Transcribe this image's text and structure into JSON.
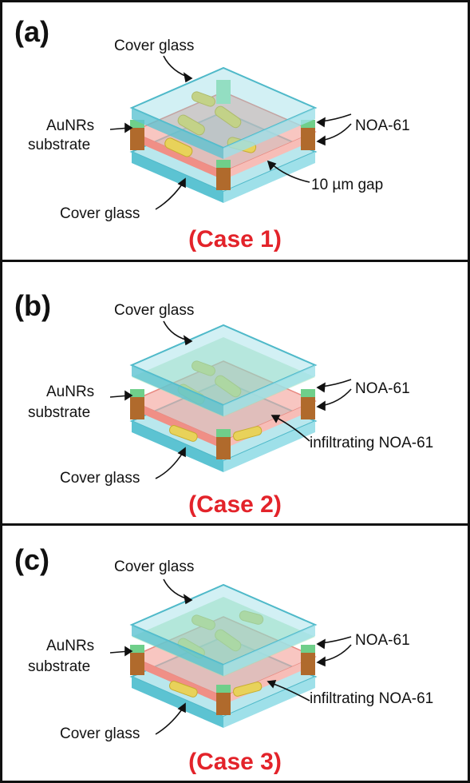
{
  "panels": [
    {
      "letter": "(a)",
      "case_label": "(Case 1)",
      "labels": {
        "cover_glass_top": "Cover glass",
        "substrate_line1": "AuNRs",
        "substrate_line2": "substrate",
        "noa": "NOA-61",
        "gap_or_fill": "10 µm gap",
        "cover_glass_bottom": "Cover glass"
      }
    },
    {
      "letter": "(b)",
      "case_label": "(Case 2)",
      "labels": {
        "cover_glass_top": "Cover glass",
        "substrate_line1": "AuNRs",
        "substrate_line2": "substrate",
        "noa": "NOA-61",
        "gap_or_fill": "infiltrating NOA-61",
        "cover_glass_bottom": "Cover glass"
      }
    },
    {
      "letter": "(c)",
      "case_label": "(Case 3)",
      "labels": {
        "cover_glass_top": "Cover glass",
        "substrate_line1": "AuNRs",
        "substrate_line2": "substrate",
        "noa": "NOA-61",
        "gap_or_fill": "infiltrating NOA-61",
        "cover_glass_bottom": "Cover glass"
      }
    }
  ],
  "colors": {
    "glass": "#7fd3df",
    "glass_edge": "#4fb9c9",
    "spacer_green": "#9fe3b2",
    "spacer_brown": "#b06a2c",
    "substrate_pink": "#f4a7a0",
    "rod_yellow": "#e8d25a",
    "case_red": "#e3232a"
  }
}
